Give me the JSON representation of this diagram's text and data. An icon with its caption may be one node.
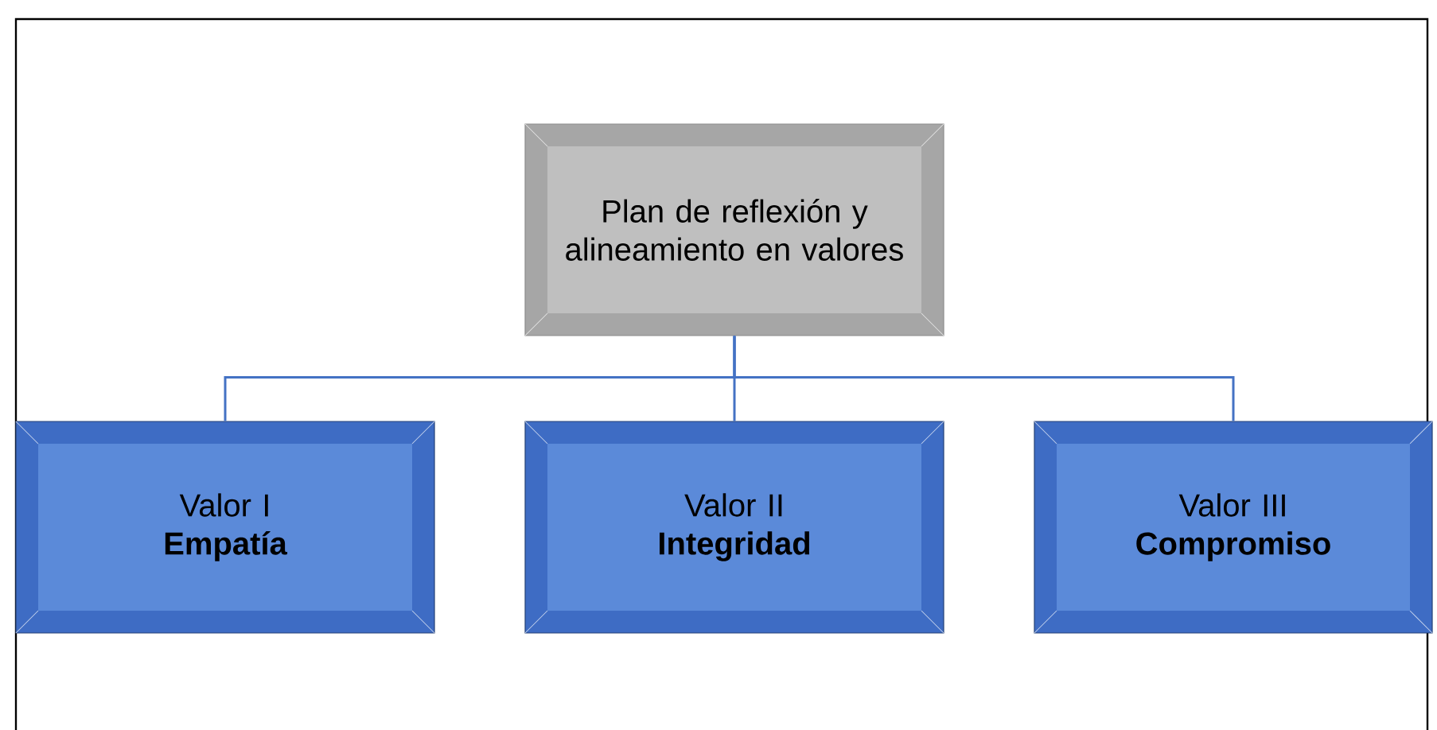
{
  "diagram": {
    "nodes": [
      {
        "text": [
          "Plan de reflexión y alineamiento en valores"
        ]
      },
      {
        "text": [
          "Valor I",
          "Empatía"
        ]
      },
      {
        "text": [
          "Valor II",
          "Integridad"
        ]
      },
      {
        "text": [
          "Valor III",
          "Compromiso"
        ]
      }
    ],
    "edges": [
      {
        "from": 0,
        "to": 1,
        "arrow": "none"
      },
      {
        "from": 0,
        "to": 2,
        "arrow": "none"
      },
      {
        "from": 0,
        "to": 3,
        "arrow": "none"
      }
    ]
  }
}
